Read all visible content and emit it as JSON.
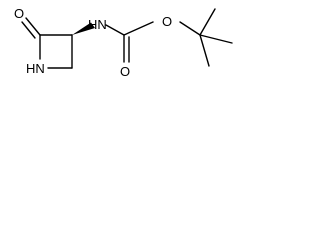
{
  "molecule": {
    "atoms": {
      "carbonyl_oxygen_ring": "O",
      "ring_nitrogen": "HN",
      "amide_nitrogen": "HN",
      "carbamate_carbonyl_oxygen": "O",
      "ester_oxygen": "O"
    }
  },
  "colors": {
    "bond": "#000000",
    "label": "#000000",
    "background": "#ffffff"
  }
}
